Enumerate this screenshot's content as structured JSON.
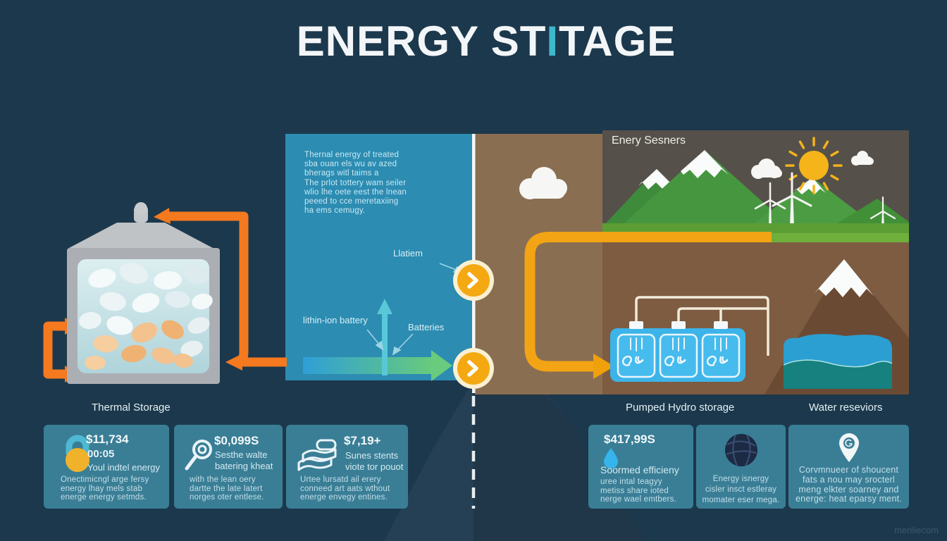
{
  "title": {
    "pre": "ENERGY ST",
    "accent": "I",
    "post": "TAGE"
  },
  "teal_panel": {
    "paragraph_lines": [
      "Thernal energy of treated",
      "sba ouan els wu av azed",
      "bherags witl taims a",
      "The prlot tottery wam seiler",
      "wlio lhe oete eest the lnean",
      "peeed to cce meretaxiing",
      "ha ems cemugy."
    ],
    "label_latiem": "Llatiem",
    "label_lithium": "lithin-ion battery",
    "label_batteries": "Batteries"
  },
  "landscape": {
    "label": "Enery Sesners"
  },
  "section_labels": {
    "thermal": "Thermal Storage",
    "pumped": "Pumped Hydro storage",
    "water": "Water reseviors"
  },
  "cards": [
    {
      "icon": "lock-icon",
      "value": "$11,734",
      "value2": "00:05",
      "subtitle": "Youl indtel energy",
      "body_lines": [
        "Onectimicngl arge fersy",
        "energy lhay mels stab",
        "energe energy setmds."
      ]
    },
    {
      "icon": "magnifier-icon",
      "value": "$0,099S",
      "sub_lines": [
        "Sesthe walte",
        "batering kheat"
      ],
      "body_lines": [
        "with the lean oery",
        "dartte the late latert",
        "norges oter entlese."
      ]
    },
    {
      "icon": "coins-icon",
      "value": "$7,19+",
      "sub_lines": [
        "Sunes stents",
        "viote tor pouot"
      ],
      "body_lines": [
        "Urtee lursatd ail erery",
        "conneed art aats wthout",
        "energe envegy entines."
      ]
    },
    {
      "icon": "droplet-icon",
      "value": "$417,99S",
      "subtitle": "Soormed efficieny",
      "body_lines": [
        "uree intal teagyy",
        "metiss share ioted",
        "nerge wael emtbers."
      ]
    },
    {
      "icon": "globe-icon",
      "body_lines": [
        "Energy isnergy",
        "cisler insct estleray",
        "momater eser mega."
      ]
    },
    {
      "icon": "pin-icon",
      "body_lines": [
        "Corvmnueer of shoucent",
        "fats a nou may srocterl",
        "meng elkter soarney and",
        "energe: heat eparsy ment."
      ]
    }
  ],
  "watermark": "meriliecom",
  "colors": {
    "background": "#1C384C",
    "teal_panel": "#2C8CB2",
    "accent_teal": "#3EB8CB",
    "card": "#3A7E96",
    "orange_arrow": "#F4791F",
    "orange_pipe": "#F2A414",
    "sky": "#56504A",
    "brown_panel": "#8A6E52",
    "sun": "#F4B41A"
  }
}
